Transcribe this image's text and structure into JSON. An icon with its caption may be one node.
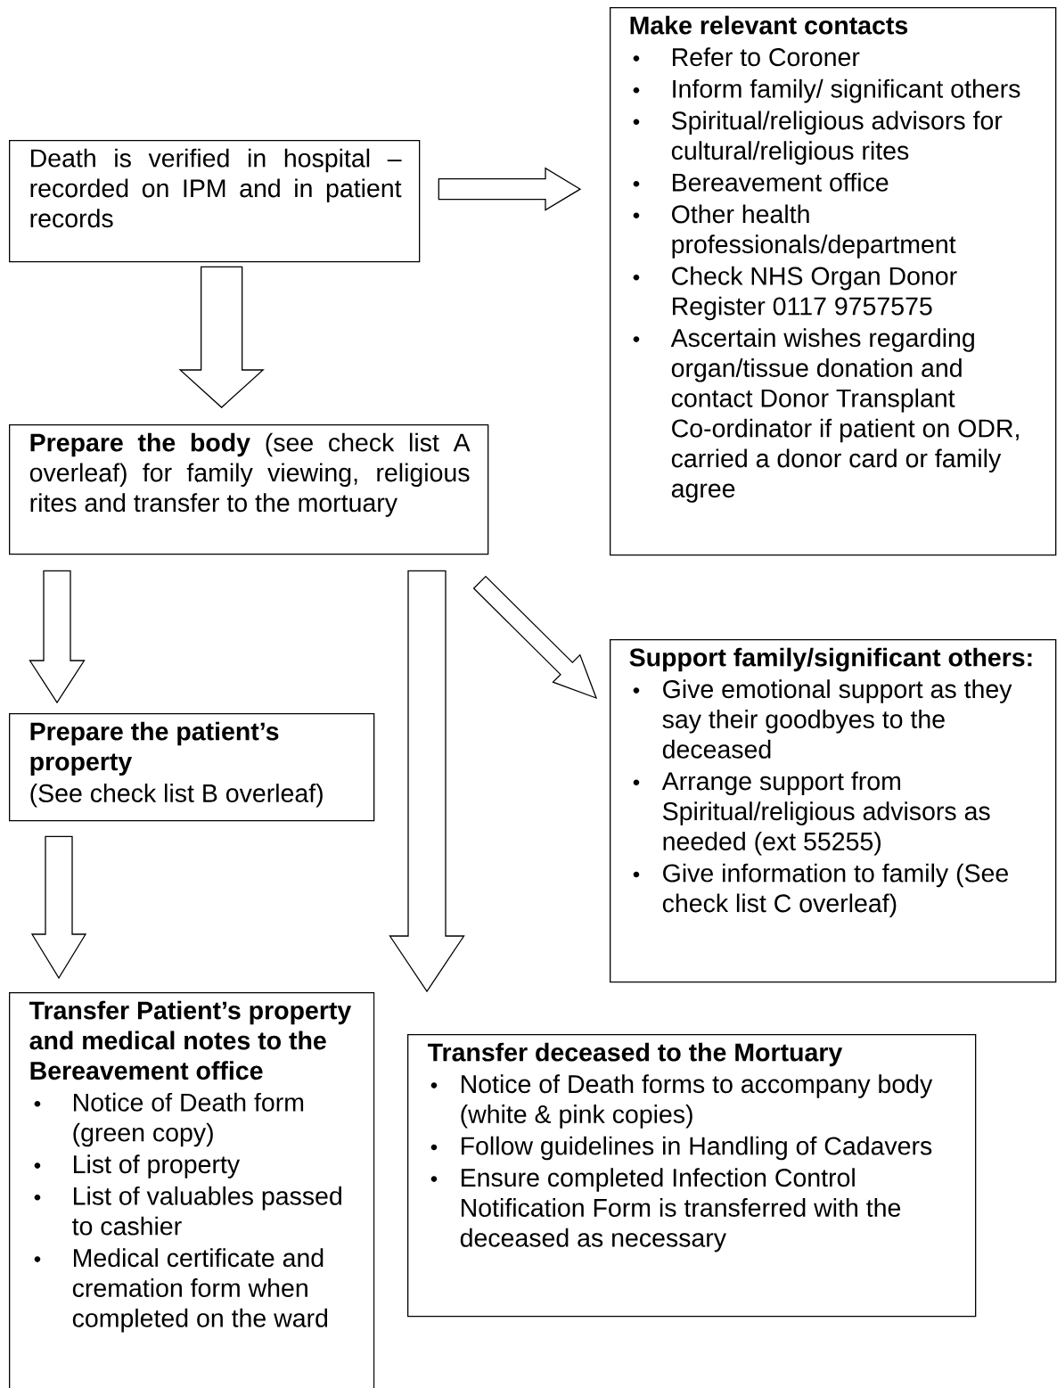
{
  "diagram": {
    "nodes": [
      {
        "text": [
          "Death is verified in hospital – recorded on IPM and in patient records"
        ]
      },
      {
        "text": [
          "Make relevant contacts",
          "Refer to Coroner",
          "Inform family/ significant others",
          "Spiritual/religious advisors for cultural/religious rites",
          "Bereavement office",
          "Other health professionals/department",
          "Check NHS Organ Donor Register 0117 9757575",
          "Ascertain wishes regarding organ/tissue donation and contact Donor Transplant Co-ordinator if patient on ODR, carried a donor card or family agree"
        ]
      },
      {
        "text": [
          "**Prepare the body** (see check list A overleaf) for family viewing, religious rites and transfer to the mortuary"
        ]
      },
      {
        "text": [
          "Support family/significant others:",
          "Give emotional support as they say their goodbyes to the deceased",
          "Arrange support from Spiritual/religious advisors as needed (ext 55255)",
          "Give information to family (See check list C overleaf)"
        ]
      },
      {
        "text": [
          "Prepare the patient’s property",
          "(See check list B overleaf)"
        ]
      },
      {
        "text": [
          "Transfer Patient’s property and medical notes to the Bereavement office",
          "Notice of Death form (green copy)",
          "List of property",
          "List of valuables passed to cashier",
          "Medical certificate and cremation form  when completed on the ward"
        ]
      },
      {
        "text": [
          "Transfer deceased to the Mortuary",
          "Notice of Death forms  to accompany body (white & pink copies)",
          "Follow guidelines in Handling of Cadavers",
          "Ensure completed Infection Control Notification Form is transferred with the deceased as necessary"
        ]
      }
    ],
    "edges": [
      {
        "from": 0,
        "to": 1,
        "arrow": "to"
      },
      {
        "from": 0,
        "to": 2,
        "arrow": "to"
      },
      {
        "from": 2,
        "to": 4,
        "arrow": "to"
      },
      {
        "from": 2,
        "to": 6,
        "arrow": "to"
      },
      {
        "from": 2,
        "to": 3,
        "arrow": "to"
      },
      {
        "from": 4,
        "to": 5,
        "arrow": "to"
      }
    ]
  }
}
